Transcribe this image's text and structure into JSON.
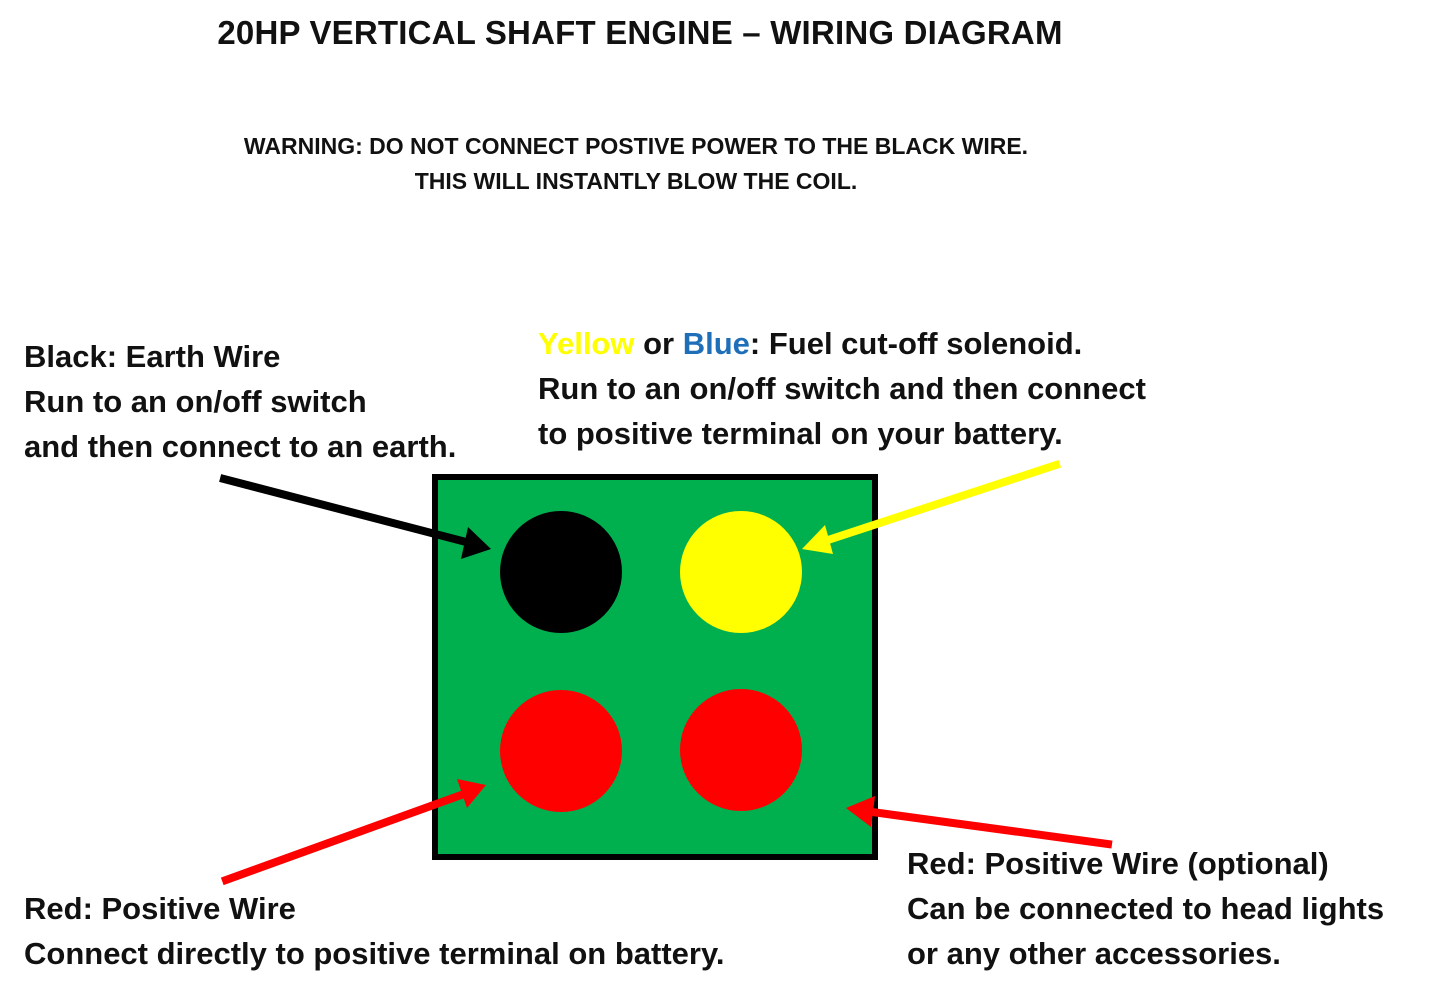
{
  "title": "20HP VERTICAL SHAFT ENGINE – WIRING DIAGRAM",
  "warning": {
    "line1": "WARNING: DO NOT CONNECT POSTIVE POWER TO THE BLACK WIRE.",
    "line2": "THIS WILL INSTANTLY BLOW THE COIL."
  },
  "labels": {
    "black": {
      "line1": "Black: Earth Wire",
      "line2": "Run to an on/off switch",
      "line3": "and then connect to an earth."
    },
    "yellow": {
      "word_yellow": "Yellow",
      "word_or": " or ",
      "word_blue": "Blue",
      "rest": ": Fuel cut-off solenoid.",
      "line2": "Run to an on/off switch and then connect",
      "line3": "to positive terminal on your battery."
    },
    "red_left": {
      "line1": "Red: Positive Wire",
      "line2": "Connect directly to positive terminal on battery."
    },
    "red_right": {
      "line1": "Red: Positive Wire (optional)",
      "line2": "Can be connected to head lights",
      "line3": "or any other accessories."
    }
  },
  "colors": {
    "plug_body": "#00b04f",
    "black_pin": "#000000",
    "yellow_pin": "#ffff00",
    "red_pin": "#ff0000",
    "blue_text": "#1f6fb8"
  }
}
